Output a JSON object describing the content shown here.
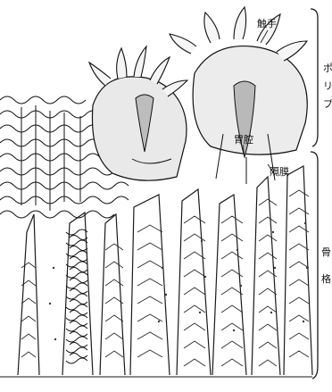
{
  "labels": {
    "tentacle": "触手",
    "gastric_cavity": "胃腔",
    "septum": "隔膜",
    "polyp": [
      "ポ",
      "リ",
      "プ"
    ],
    "skeleton": [
      "骨",
      "格"
    ]
  }
}
